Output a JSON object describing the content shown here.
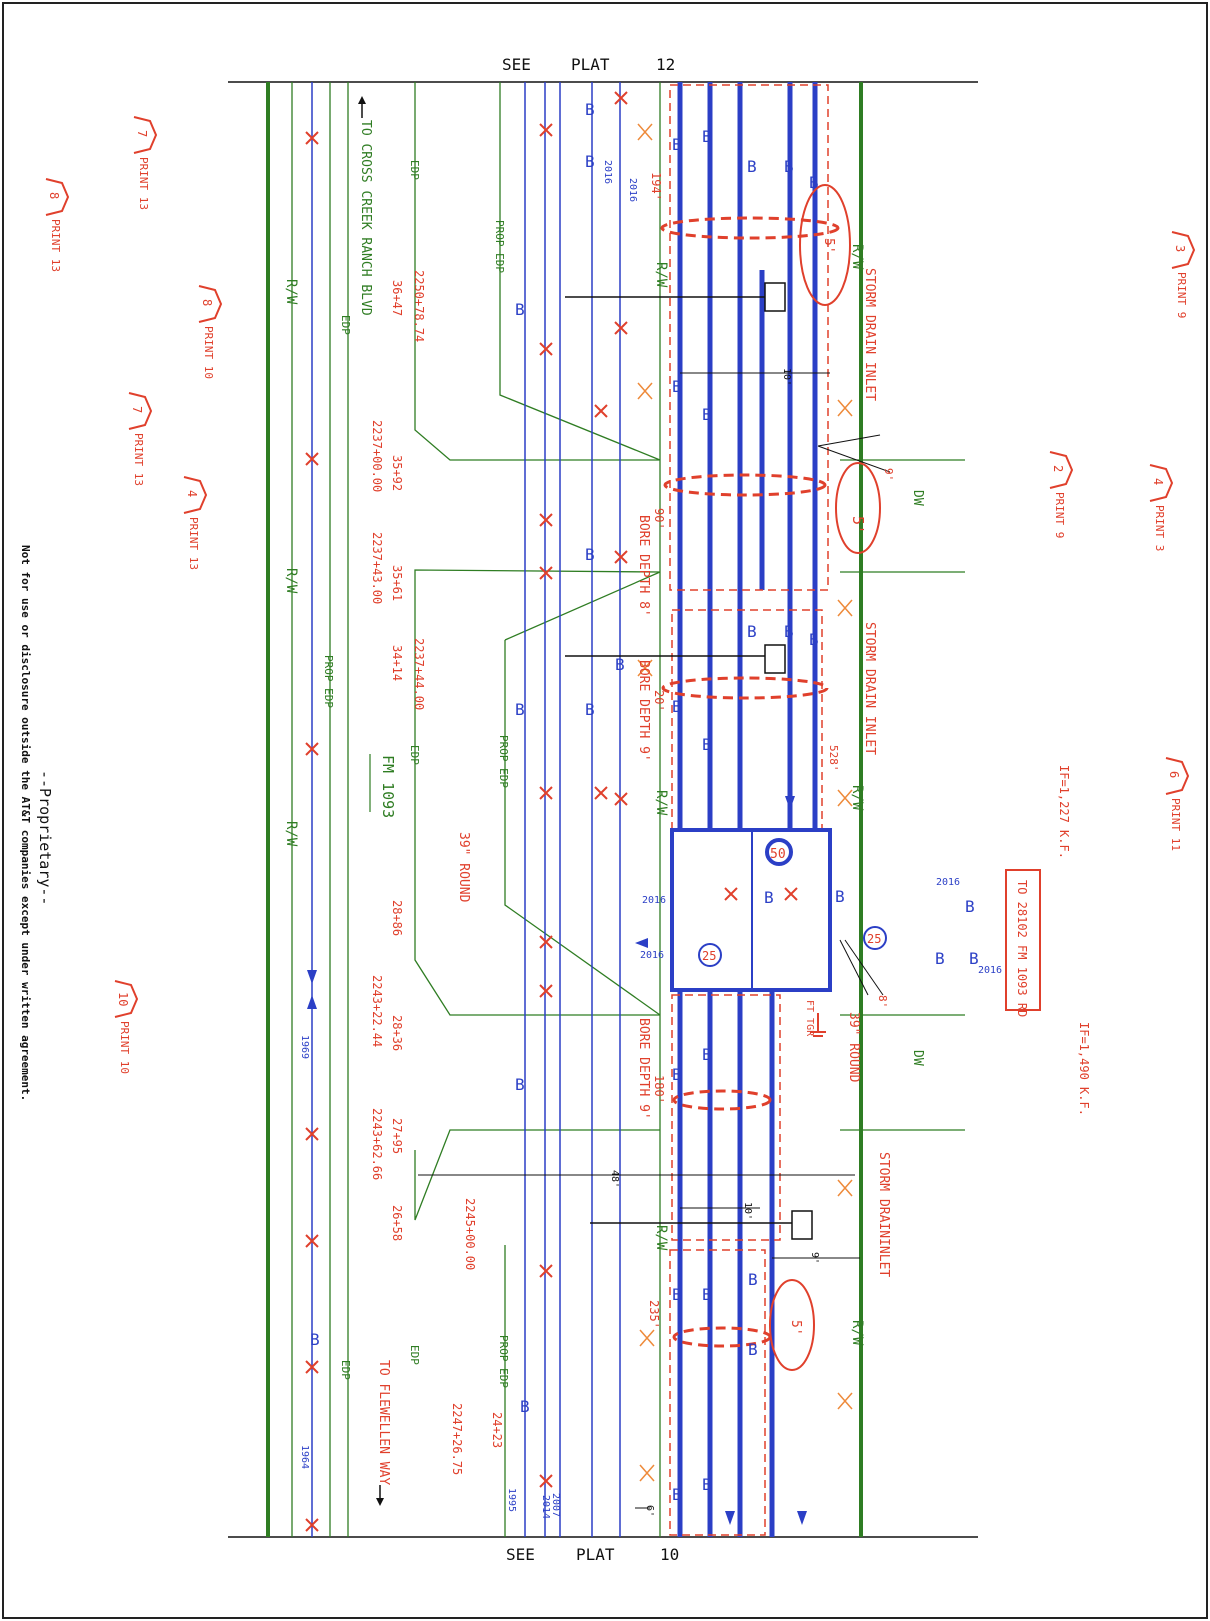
{
  "top_label": {
    "see": "SEE",
    "plat": "PLAT",
    "num": "12"
  },
  "bottom_label": {
    "see": "SEE",
    "plat": "PLAT",
    "num": "10"
  },
  "proprietary": "--Proprietary--",
  "disclaimer": "Not for use or disclosure outside the AT&T companies except under written agreement.",
  "roads": {
    "cross_creek": "TO CROSS CREEK RANCH BLVD",
    "flewellen": "TO FLEWELLEN WAY",
    "fm": "FM 1093",
    "address_box": "TO 28102 FM 1093 RD"
  },
  "stations": {
    "s1": "2250+78.74",
    "s2": "36+47",
    "s3": "2237+00.00",
    "s4": "35+92",
    "s5": "2237+43.00",
    "s6": "35+61",
    "s7": "2237+44.00",
    "s8": "34+14",
    "s9": "28+86",
    "s10": "2243+22.44",
    "s11": "28+36",
    "s12": "2243+62.66",
    "s13": "27+95",
    "s14": "2245+00.00",
    "s15": "26+58",
    "s16": "2247+26.75",
    "s17": "24+23"
  },
  "labels": {
    "edp": "EDP",
    "prop_edp": "PROP EDP",
    "rw": "R/W",
    "b": "B",
    "storm": "STORM DRAIN INLET",
    "storm2": "STORM DRAININLET",
    "dw": "DW",
    "round39": "39\" ROUND",
    "bore8": "BORE DEPTH 8'",
    "bore9": "BORE DEPTH 9'",
    "bore9b": "BORE DEPTH 9'",
    "d194": "194'",
    "d90": "90'",
    "d20": "20'",
    "d180": "180'",
    "d235": "235'",
    "d528": "528'",
    "d10": "10'",
    "d48": "48'",
    "d9": "9'",
    "d6": "6'",
    "d5": "5'",
    "d8": "8'",
    "if1": "IF=1,227 K.F.",
    "if2": "IF=1,490 K.F.",
    "ftgr": "FT TGR",
    "m50": "50",
    "m25": "25",
    "y2016": "2016",
    "y1969": "1969",
    "y1964": "1964",
    "y1995": "1995",
    "y2007": "2007",
    "y2014": "2014"
  },
  "prints": [
    {
      "n": "3",
      "label": "PRINT 9"
    },
    {
      "n": "2",
      "label": "PRINT 9"
    },
    {
      "n": "4",
      "label": "PRINT 3"
    },
    {
      "n": "6",
      "label": "PRINT 11"
    },
    {
      "n": "7",
      "label": "PRINT 13"
    },
    {
      "n": "8",
      "label": "PRINT 13"
    },
    {
      "n": "8",
      "label": "PRINT 10"
    },
    {
      "n": "7",
      "label": "PRINT 13"
    },
    {
      "n": "4",
      "label": "PRINT 13"
    },
    {
      "n": "10",
      "label": "PRINT 10"
    }
  ],
  "colors": {
    "red": "#e0402c",
    "blue": "#2b3fc6",
    "green": "#2f7d23"
  }
}
